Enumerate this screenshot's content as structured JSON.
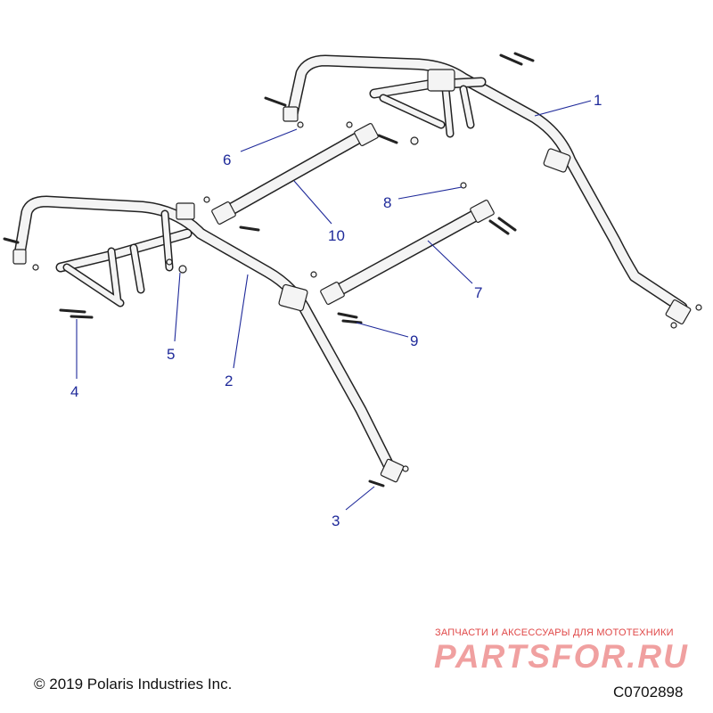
{
  "callouts": [
    {
      "id": "1",
      "label": "1"
    },
    {
      "id": "2",
      "label": "2"
    },
    {
      "id": "3",
      "label": "3"
    },
    {
      "id": "4",
      "label": "4"
    },
    {
      "id": "5",
      "label": "5"
    },
    {
      "id": "6",
      "label": "6"
    },
    {
      "id": "7",
      "label": "7"
    },
    {
      "id": "8",
      "label": "8"
    },
    {
      "id": "9",
      "label": "9"
    },
    {
      "id": "10",
      "label": "10"
    }
  ],
  "footer": {
    "copyright": "© 2019 Polaris Industries Inc.",
    "document_number": "C0702898"
  },
  "watermark": {
    "tagline": "ЗАПЧАСТИ И АКСЕССУАРЫ ДЛЯ МОТОТЕХНИКИ",
    "logo": "PARTSFOR.RU"
  },
  "colors": {
    "callout": "#1f2a9a",
    "line": "#222222",
    "watermark": "#e04848"
  }
}
